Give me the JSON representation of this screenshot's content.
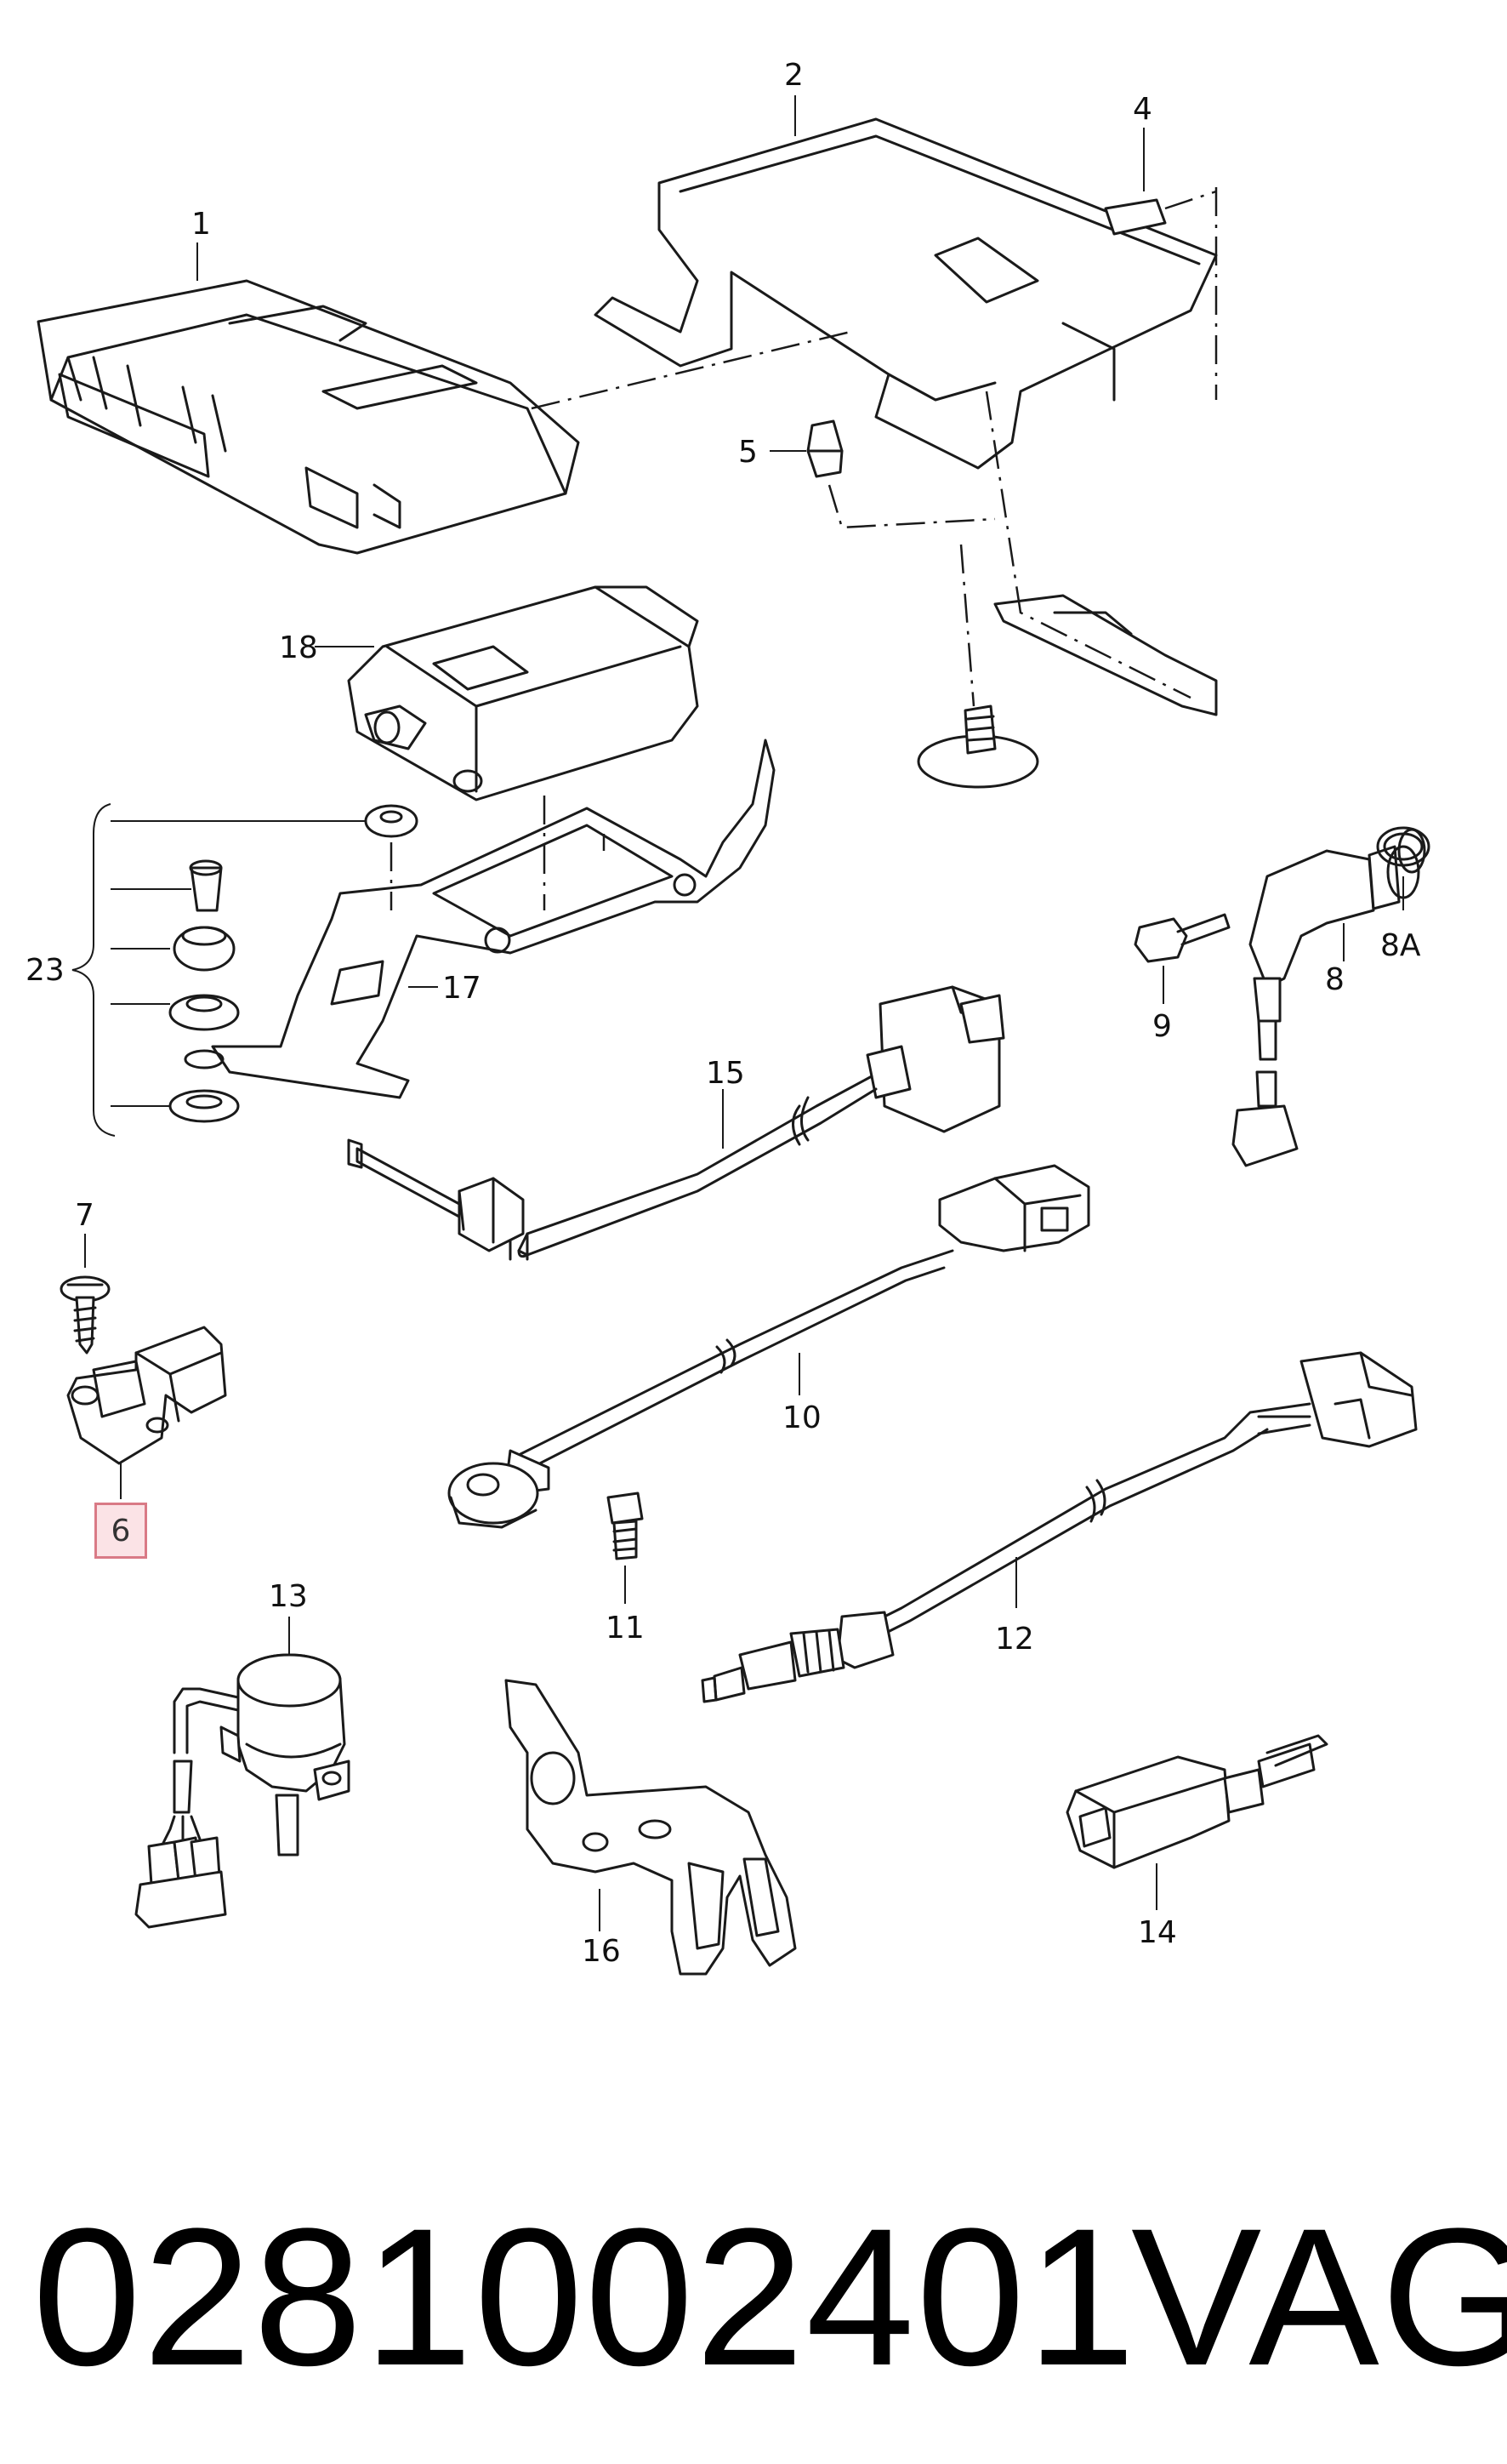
{
  "diagram": {
    "callouts": [
      "1",
      "2",
      "4",
      "5",
      "18",
      "23",
      "17",
      "8",
      "8A",
      "9",
      "15",
      "7",
      "10",
      "6",
      "11",
      "12",
      "13",
      "16",
      "14"
    ],
    "highlighted_callout": "6",
    "highlight_color": "#fbe3e6",
    "highlight_border": "#d97a86"
  },
  "footer": {
    "part_number": "0281002401",
    "brand": "VAG"
  }
}
